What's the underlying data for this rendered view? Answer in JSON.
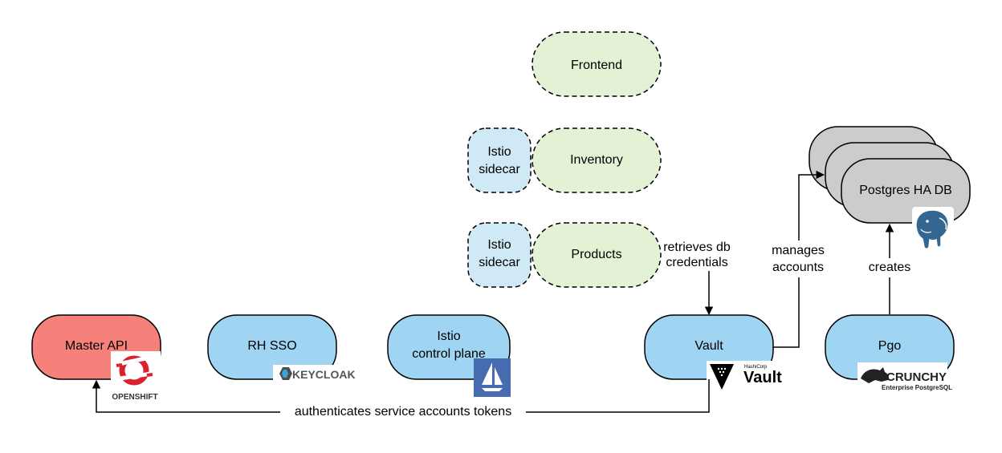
{
  "nodes": {
    "frontend": "Frontend",
    "inventory": "Inventory",
    "products": "Products",
    "istio_sidecar_1": [
      "Istio",
      "sidecar"
    ],
    "istio_sidecar_2": [
      "Istio",
      "sidecar"
    ],
    "postgres": "Postgres HA DB",
    "master_api": "Master API",
    "rh_sso": "RH SSO",
    "istio_cp": [
      "Istio",
      "control plane"
    ],
    "vault": "Vault",
    "pgo": "Pgo"
  },
  "edges": {
    "retrieves": [
      "retrieves db",
      "credentials"
    ],
    "manages": [
      "manages",
      "accounts"
    ],
    "creates": "creates",
    "authenticates": "authenticates service accounts tokens"
  },
  "logos": {
    "openshift": "OPENSHIFT",
    "keycloak": "KEYCLOAK",
    "vault_brand": "HashiCorp",
    "vault_word": "Vault",
    "crunchy": "CRUNCHY",
    "crunchy_sub": "Enterprise PostgreSQL"
  },
  "colors": {
    "green": "#e3f2d4",
    "blue": "#9fd4f2",
    "light_blue": "#cfe9f7",
    "red": "#f6807a",
    "gray": "#cccccc"
  }
}
